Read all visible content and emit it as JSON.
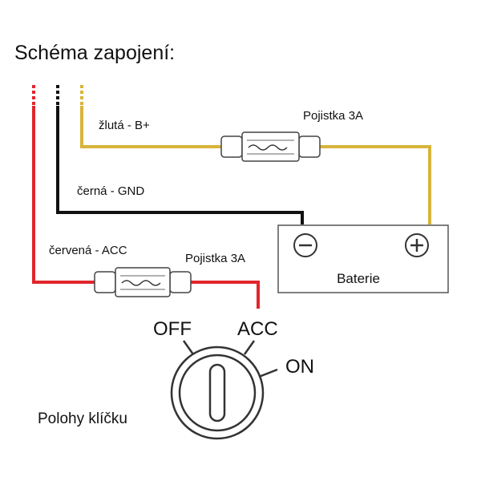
{
  "title": "Schéma zapojení:",
  "wires": {
    "yellow_label": "žlutá - B+",
    "black_label": "černá - GND",
    "red_label": "červená - ACC"
  },
  "fuses": {
    "top_label": "Pojistka 3A",
    "bottom_label": "Pojistka 3A"
  },
  "battery": {
    "label": "Baterie",
    "minus_symbol": "−",
    "plus_symbol": "+"
  },
  "switch": {
    "off_label": "OFF",
    "acc_label": "ACC",
    "on_label": "ON",
    "caption": "Polohy klíčku"
  },
  "colors": {
    "yellow_wire": "#d8b43a",
    "black_wire": "#111111",
    "red_wire": "#e0262b"
  }
}
